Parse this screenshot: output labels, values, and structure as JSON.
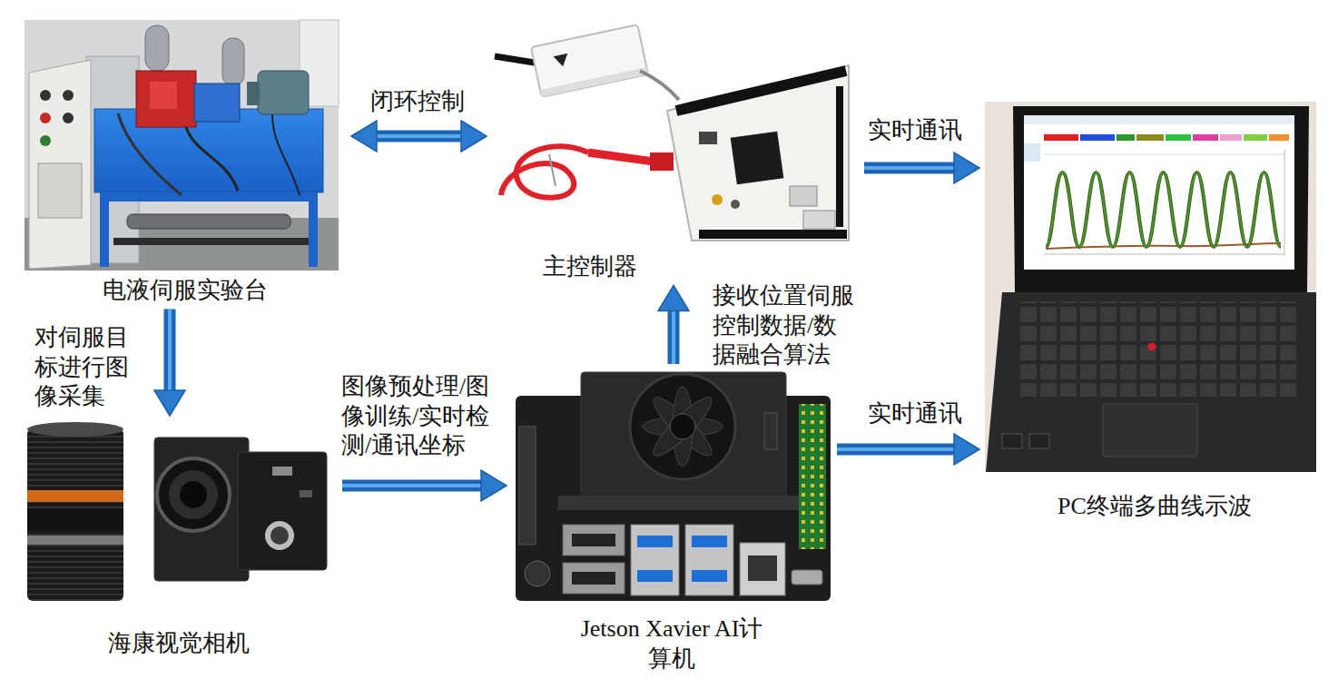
{
  "diagram": {
    "nodes": [
      {
        "text": [
          "电液伺服实验台"
        ]
      },
      {
        "text": [
          "主控制器"
        ]
      },
      {
        "text": [
          "PC终端多曲线示波"
        ]
      },
      {
        "text": [
          "海康视觉相机"
        ]
      },
      {
        "text": [
          "Jetson Xavier AI计算机"
        ]
      }
    ],
    "edges": [
      {
        "from": 0,
        "to": 1,
        "arrow": "both",
        "label": "闭环控制"
      },
      {
        "from": 1,
        "to": 2,
        "arrow": "to",
        "label": "实时通讯"
      },
      {
        "from": 0,
        "to": 3,
        "arrow": "to",
        "label": "对伺服目标进行图像采集"
      },
      {
        "from": 3,
        "to": 4,
        "arrow": "to",
        "label": "图像预处理/图像训练/实时检测/通讯坐标"
      },
      {
        "from": 4,
        "to": 1,
        "arrow": "to",
        "label": "接收位置伺服控制数据/数据融合算法"
      },
      {
        "from": 4,
        "to": 2,
        "arrow": "to",
        "label": "实时通讯"
      }
    ]
  }
}
